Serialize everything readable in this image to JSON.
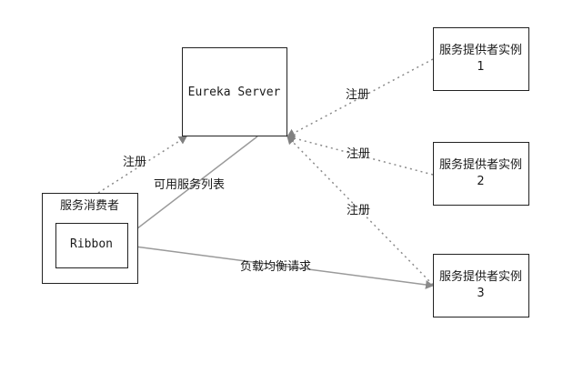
{
  "nodes": {
    "eureka_server": {
      "label": "Eureka Server"
    },
    "consumer": {
      "label": "服务消费者"
    },
    "ribbon": {
      "label": "Ribbon"
    },
    "provider_1": {
      "line1": "服务提供者实例",
      "line2": "1"
    },
    "provider_2": {
      "line1": "服务提供者实例",
      "line2": "2"
    },
    "provider_3": {
      "line1": "服务提供者实例",
      "line2": "3"
    }
  },
  "edges": {
    "register_consumer": "注册",
    "register_provider_1": "注册",
    "register_provider_2": "注册",
    "register_provider_3": "注册",
    "available_services": "可用服务列表",
    "load_balanced_request": "负载均衡请求"
  },
  "colors": {
    "dotted_arrow": "#888888",
    "solid_arrow": "#999999",
    "box_border": "#222222"
  }
}
